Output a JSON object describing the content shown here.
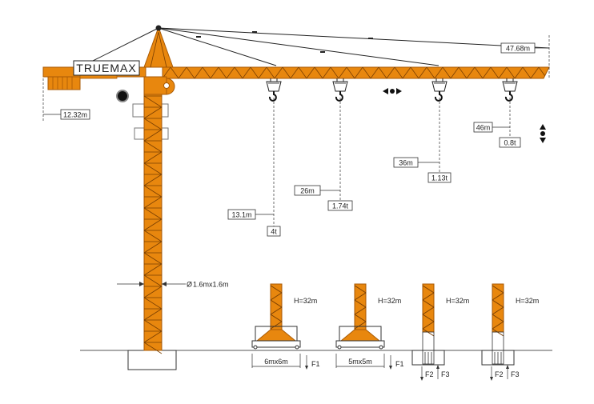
{
  "colors": {
    "steel": "#E8870E",
    "steel_dark": "#A85A05",
    "line": "#222222",
    "ground": "#555555"
  },
  "crane": {
    "brand": "TRUEMAX",
    "jib_length": "47.68m",
    "counter_jib_length": "12.32m",
    "mast_section": "1.6mx1.6m",
    "mast_section_symbol": "Ø",
    "trolley_icon": "trolley-travel-arrows-icon",
    "hoist_icon": "hoist-up-down-arrows-icon"
  },
  "load_points": [
    {
      "radius": "13.1m",
      "capacity": "4t"
    },
    {
      "radius": "26m",
      "capacity": "1.74t"
    },
    {
      "radius": "36m",
      "capacity": "1.13t"
    },
    {
      "radius": "46m",
      "capacity": "0.8t"
    }
  ],
  "foundations": [
    {
      "height": "H=32m",
      "size": "6mx6m",
      "force": "F1"
    },
    {
      "height": "H=32m",
      "size": "5mx5m",
      "force": "F1"
    },
    {
      "height": "H=32m",
      "force_a": "F2",
      "force_b": "F3"
    },
    {
      "height": "H=32m",
      "force_a": "F2",
      "force_b": "F3"
    }
  ]
}
